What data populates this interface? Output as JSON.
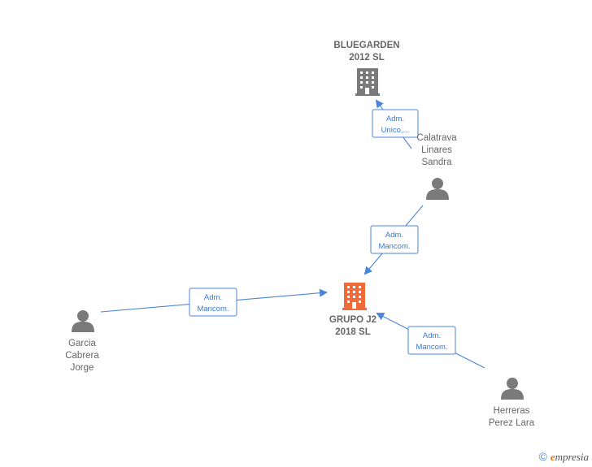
{
  "nodes": {
    "bluegarden": {
      "lines": [
        "BLUEGARDEN",
        "2012 SL"
      ]
    },
    "grupo": {
      "lines": [
        "GRUPO J2",
        "2018  SL"
      ]
    },
    "calatrava": {
      "lines": [
        "Calatrava",
        "Linares",
        "Sandra"
      ]
    },
    "garcia": {
      "lines": [
        "Garcia",
        "Cabrera",
        "Jorge"
      ]
    },
    "herreras": {
      "lines": [
        "Herreras",
        "Perez Lara"
      ]
    }
  },
  "edges": {
    "calatrava_bluegarden": {
      "lines": [
        "Adm.",
        "Unico,..."
      ]
    },
    "calatrava_grupo": {
      "lines": [
        "Adm.",
        "Mancom."
      ]
    },
    "garcia_grupo": {
      "lines": [
        "Adm.",
        "Mancom."
      ]
    },
    "herreras_grupo": {
      "lines": [
        "Adm.",
        "Mancom."
      ]
    }
  },
  "colors": {
    "company_main": "#f26a3a",
    "company_other": "#7a7a7a",
    "person": "#7a7a7a",
    "edge": "#4a86d8"
  },
  "footer": {
    "copyright": "©",
    "brand_e": "e",
    "brand_rest": "mpresia"
  }
}
